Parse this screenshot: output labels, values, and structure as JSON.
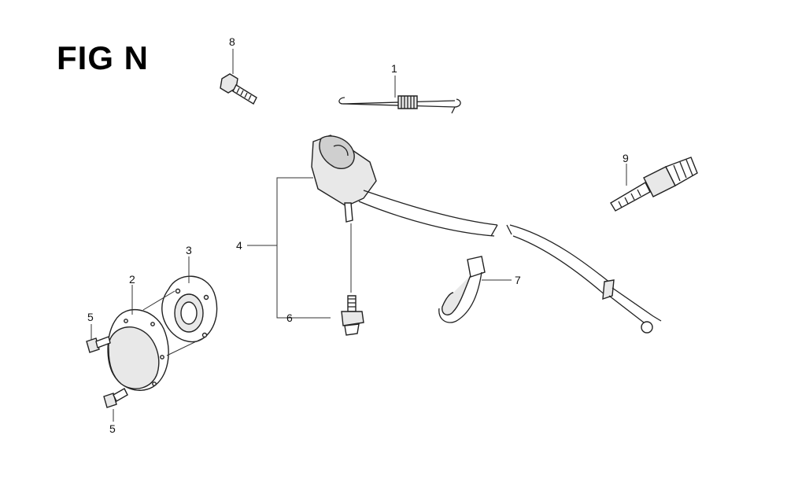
{
  "figure": {
    "title": "FIG N"
  },
  "callouts": [
    {
      "id": "c8",
      "label": "8"
    },
    {
      "id": "c1",
      "label": "1"
    },
    {
      "id": "c9",
      "label": "9"
    },
    {
      "id": "c4",
      "label": "4"
    },
    {
      "id": "c3",
      "label": "3"
    },
    {
      "id": "c2",
      "label": "2"
    },
    {
      "id": "c5a",
      "label": "5"
    },
    {
      "id": "c5b",
      "label": "5"
    },
    {
      "id": "c6",
      "label": "6"
    },
    {
      "id": "c7",
      "label": "7"
    }
  ]
}
